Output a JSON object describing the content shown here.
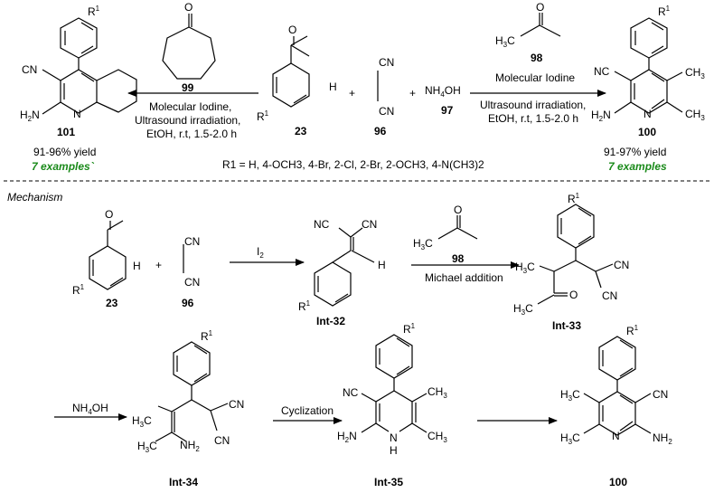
{
  "compounds": {
    "c23": "23",
    "c96": "96",
    "c97": "97",
    "c98": "98",
    "c99": "99",
    "c100": "100",
    "c101": "101",
    "int32": "Int-32",
    "int33": "Int-33",
    "int34": "Int-34",
    "int35": "Int-35"
  },
  "atoms": {
    "R": "R",
    "one": "1",
    "CN": "CN",
    "NC": "NC",
    "H2N": "H2N",
    "NH2": "NH2",
    "N": "N",
    "H": "H",
    "O": "O",
    "NH4OH": "NH4OH",
    "H3C": "H3C",
    "CH3": "CH3"
  },
  "conditions": {
    "left": [
      "Molecular Iodine,",
      "Ultrasound irradiation,",
      "EtOH, r.t, 1.5-2.0 h"
    ],
    "right": [
      "Molecular Iodine",
      "Ultrasound irradiation,",
      "EtOH, r.t, 1.5-2.0 h"
    ],
    "iodine": "I2",
    "michael": "Michael addition",
    "cyclization": "Cyclization"
  },
  "yields": {
    "left_yield": "91-96% yield",
    "left_examples": "7 examples`",
    "right_yield": "91-97% yield",
    "right_examples": "7 examples"
  },
  "substituents": "R1 = H, 4-OCH3, 4-Br, 2-Cl, 2-Br, 2-OCH3, 4-N(CH3)2",
  "plus": "+",
  "mechanism_label": "Mechanism",
  "colors": {
    "examples": "#1a8a1a"
  }
}
